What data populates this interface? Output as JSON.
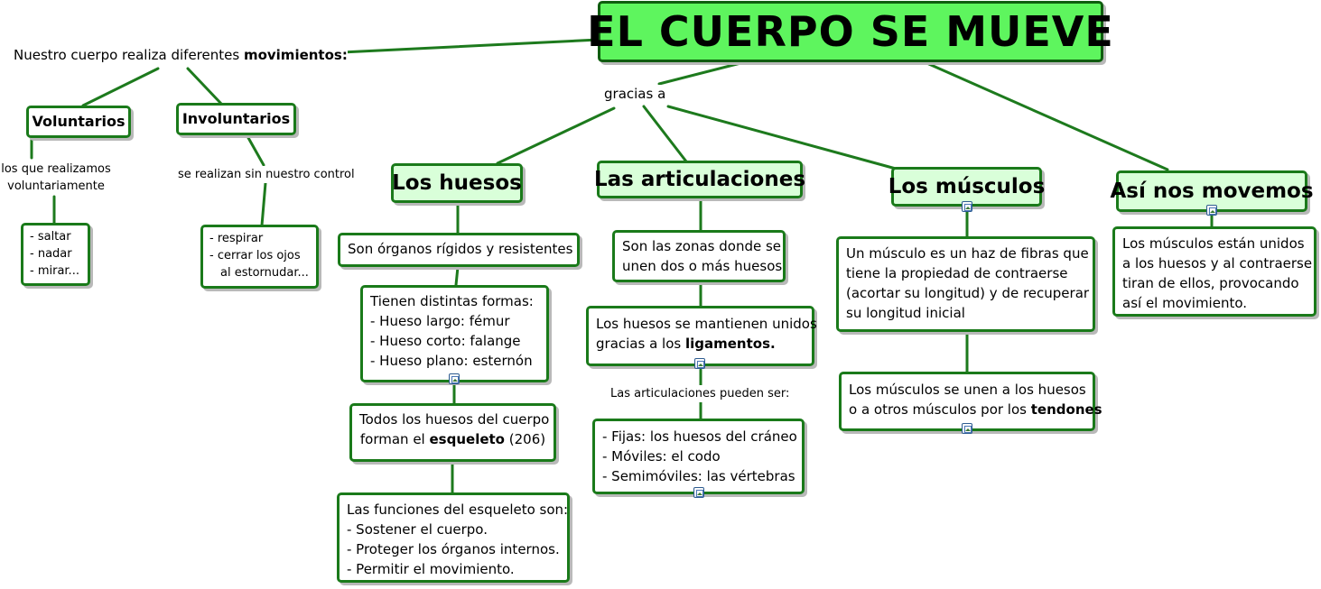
{
  "title": "EL CUERPO SE MUEVE",
  "intro": {
    "text": "Nuestro cuerpo realiza diferentes ",
    "bold": "movimientos:"
  },
  "gracias": "gracias a",
  "voluntarios": {
    "label": "Voluntarios",
    "desc": [
      "los que realizamos",
      "voluntariamente"
    ],
    "examples": [
      "- saltar",
      "- nadar",
      "- mirar..."
    ]
  },
  "involuntarios": {
    "label": "Involuntarios",
    "desc": "se realizan sin nuestro control",
    "examples": [
      "- respirar",
      "- cerrar los ojos",
      "al estornudar..."
    ]
  },
  "huesos": {
    "label": "Los huesos",
    "b1": "Son órganos rígidos y resistentes",
    "b2": [
      "Tienen distintas formas:",
      "- Hueso largo: fémur",
      "- Hueso corto: falange",
      "- Hueso plano: esternón"
    ],
    "b3": {
      "l1": "Todos los huesos del cuerpo",
      "l2a": "forman el ",
      "l2b": "esqueleto",
      "l2c": " (206)"
    },
    "b4": [
      "Las funciones del esqueleto son:",
      "- Sostener el cuerpo.",
      "- Proteger los órganos internos.",
      "- Permitir el movimiento."
    ]
  },
  "articulaciones": {
    "label": "Las articulaciones",
    "b1": [
      "Son las zonas donde se",
      "unen dos o más huesos"
    ],
    "b2": {
      "l1": "Los huesos se mantienen unidos",
      "l2a": "gracias a los ",
      "l2b": "ligamentos."
    },
    "tipos_label": "Las articulaciones pueden ser:",
    "b3": [
      "- Fijas: los huesos del cráneo",
      "- Móviles: el codo",
      "- Semimóviles: las vértebras"
    ]
  },
  "musculos": {
    "label": "Los músculos",
    "b1": [
      "Un músculo es un haz de fibras que",
      "tiene la propiedad de contraerse",
      "(acortar su longitud) y de recuperar",
      "su longitud inicial"
    ],
    "b2": {
      "l1": "Los músculos se unen a los huesos",
      "l2a": "o a otros músculos por los ",
      "l2b": "tendones"
    }
  },
  "movemos": {
    "label": "Así nos movemos",
    "b1": [
      "Los músculos están unidos",
      "a los huesos y al contraerse",
      "tiran de ellos, provocando",
      "así el movimiento."
    ]
  },
  "colors": {
    "line": "#1d7a1d",
    "border": "#1a7a1a",
    "title_bg": "#5ef55e",
    "head_bg": "#d9ffd9"
  },
  "icons": [
    "image-icon"
  ]
}
